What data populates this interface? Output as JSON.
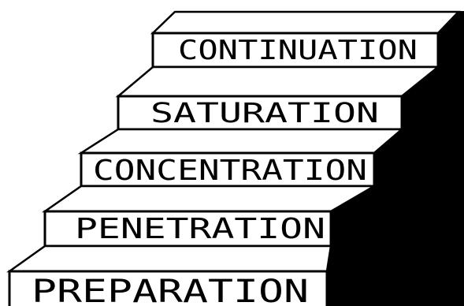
{
  "steps": [
    {
      "label": "PREPARATION"
    },
    {
      "label": "PENETRATION"
    },
    {
      "label": "CONCENTRATION"
    },
    {
      "label": "SATURATION"
    },
    {
      "label": "CONTINUATION"
    }
  ],
  "colors": {
    "fill": "#ffffff",
    "stroke": "#000000",
    "shadow": "#000000"
  }
}
